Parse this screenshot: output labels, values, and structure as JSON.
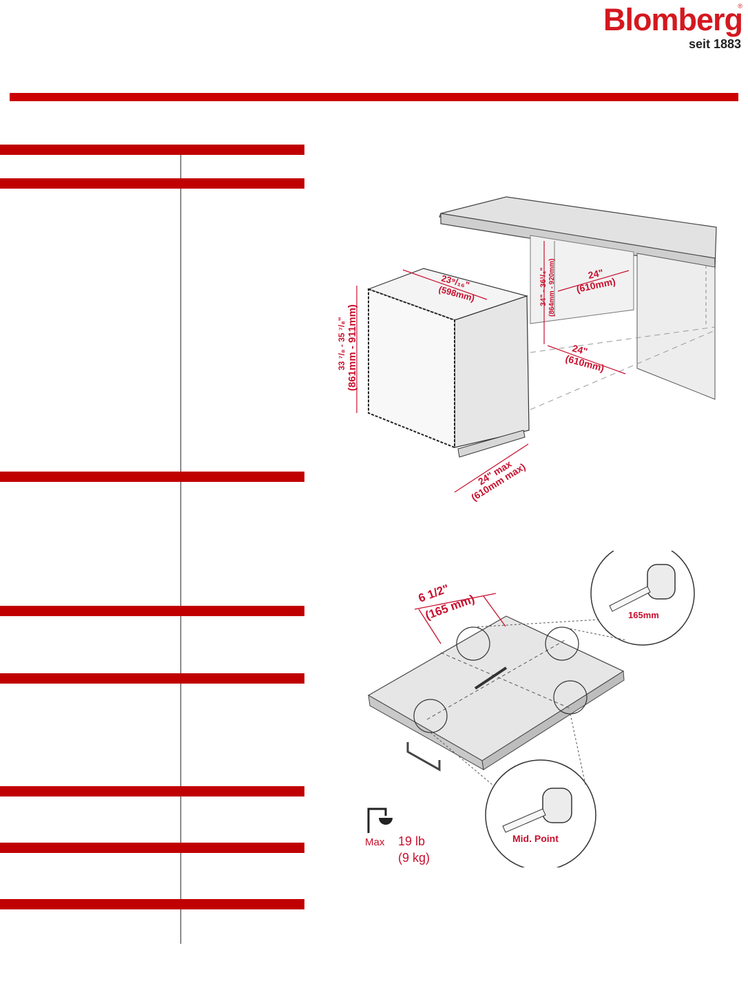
{
  "brand": {
    "name": "Blomberg",
    "registered_mark": "®",
    "tagline": "seit 1883",
    "accent_color": "#cc0000"
  },
  "spec_table": {
    "bar_color": "#c00000",
    "section_count": 8
  },
  "cabinet_diagram": {
    "width_label_in": "23⁹/₁₆\"",
    "width_label_mm": "(598mm)",
    "height_label_in": "33 ⁷/₈ - 35 ⁷/₈\"",
    "height_label_mm": "(861mm - 911mm)",
    "niche_height_in": "34\" - 36¹/₄\"",
    "niche_height_mm": "(864mm - 920mm)",
    "niche_width_in": "24\"",
    "niche_width_mm": "(610mm)",
    "depth_in": "24\"",
    "depth_mm": "(610mm)",
    "door_depth_in": "24\" max",
    "door_depth_mm": "(610mm max)"
  },
  "door_diagram": {
    "offset_in": "6 1/2\"",
    "offset_mm": "(165 mm)",
    "tape_1_label": "165mm",
    "tape_2_label": "Mid. Point",
    "max_label": "Max",
    "weight_lb": "19 lb",
    "weight_kg": "(9 kg)",
    "weight_icon": "weight-scale-icon"
  }
}
